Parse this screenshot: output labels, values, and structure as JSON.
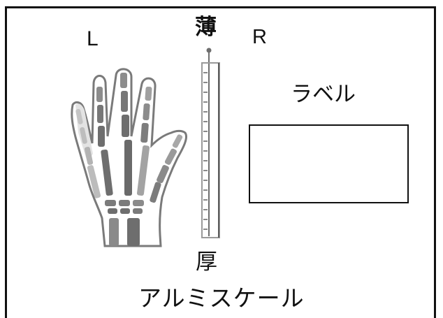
{
  "labels": {
    "left": "L",
    "right": "R",
    "thin": "薄",
    "thick": "厚",
    "scale": "アルミスケール",
    "label": "ラベル"
  },
  "icons": {
    "hand": "left-hand-xray-icon",
    "scale": "aluminum-step-scale-icon"
  },
  "colors": {
    "line": "#111111",
    "bone_dark": "#6e6e6e",
    "bone_light": "#b5b5b5",
    "tissue": "#d9d9d9",
    "scale_tick": "#7a7a7a"
  }
}
